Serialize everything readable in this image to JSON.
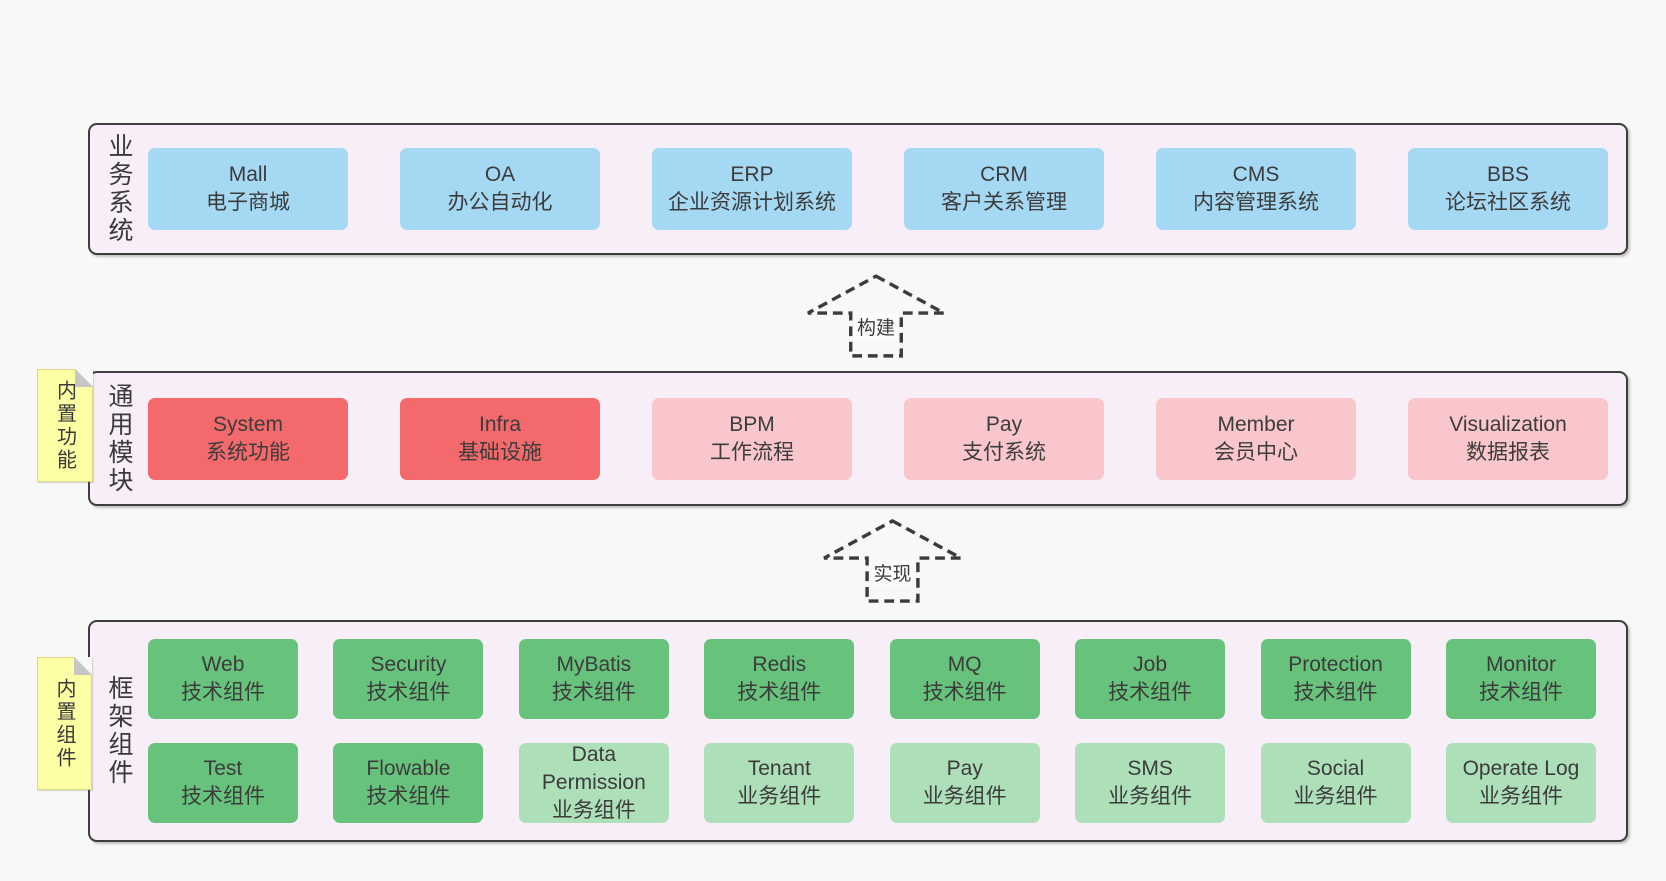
{
  "colors": {
    "page_bg": "#f8f8f8",
    "panel_bg": "#f7eef7",
    "panel_border": "#3d3d3d",
    "blue": "#a5d8f3",
    "red": "#f4696b",
    "pink": "#f9c6cc",
    "green_dark": "#67c27c",
    "green_light": "#addfb9",
    "sticky_yellow": "#fdffa5",
    "text": "#3c3c3c"
  },
  "layers": [
    {
      "id": "business-systems",
      "label": "业务系统",
      "rows": [
        [
          {
            "en": "Mall",
            "zh": "电子商城",
            "variant": "blue"
          },
          {
            "en": "OA",
            "zh": "办公自动化",
            "variant": "blue"
          },
          {
            "en": "ERP",
            "zh": "企业资源计划系统",
            "variant": "blue"
          },
          {
            "en": "CRM",
            "zh": "客户关系管理",
            "variant": "blue"
          },
          {
            "en": "CMS",
            "zh": "内容管理系统",
            "variant": "blue"
          },
          {
            "en": "BBS",
            "zh": "论坛社区系统",
            "variant": "blue"
          }
        ]
      ]
    },
    {
      "id": "common-modules",
      "label": "通用模块",
      "rows": [
        [
          {
            "en": "System",
            "zh": "系统功能",
            "variant": "red"
          },
          {
            "en": "Infra",
            "zh": "基础设施",
            "variant": "red"
          },
          {
            "en": "BPM",
            "zh": "工作流程",
            "variant": "pink"
          },
          {
            "en": "Pay",
            "zh": "支付系统",
            "variant": "pink"
          },
          {
            "en": "Member",
            "zh": "会员中心",
            "variant": "pink"
          },
          {
            "en": "Visualization",
            "zh": "数据报表",
            "variant": "pink"
          }
        ]
      ]
    },
    {
      "id": "framework-components",
      "label": "框架组件",
      "rows": [
        [
          {
            "en": "Web",
            "zh": "技术组件",
            "variant": "green_dark"
          },
          {
            "en": "Security",
            "zh": "技术组件",
            "variant": "green_dark"
          },
          {
            "en": "MyBatis",
            "zh": "技术组件",
            "variant": "green_dark"
          },
          {
            "en": "Redis",
            "zh": "技术组件",
            "variant": "green_dark"
          },
          {
            "en": "MQ",
            "zh": "技术组件",
            "variant": "green_dark"
          },
          {
            "en": "Job",
            "zh": "技术组件",
            "variant": "green_dark"
          },
          {
            "en": "Protection",
            "zh": "技术组件",
            "variant": "green_dark"
          },
          {
            "en": "Monitor",
            "zh": "技术组件",
            "variant": "green_dark"
          }
        ],
        [
          {
            "en": "Test",
            "zh": "技术组件",
            "variant": "green_dark"
          },
          {
            "en": "Flowable",
            "zh": "技术组件",
            "variant": "green_dark"
          },
          {
            "en": "Data Permission",
            "zh": "业务组件",
            "variant": "green_light"
          },
          {
            "en": "Tenant",
            "zh": "业务组件",
            "variant": "green_light"
          },
          {
            "en": "Pay",
            "zh": "业务组件",
            "variant": "green_light"
          },
          {
            "en": "SMS",
            "zh": "业务组件",
            "variant": "green_light"
          },
          {
            "en": "Social",
            "zh": "业务组件",
            "variant": "green_light"
          },
          {
            "en": "Operate Log",
            "zh": "业务组件",
            "variant": "green_light"
          }
        ]
      ]
    }
  ],
  "arrows": [
    {
      "id": "build",
      "label": "构建"
    },
    {
      "id": "implement",
      "label": "实现"
    }
  ],
  "sticky_notes": [
    {
      "id": "built-in-features",
      "label": "内置功能"
    },
    {
      "id": "built-in-components",
      "label": "内置组件"
    }
  ]
}
